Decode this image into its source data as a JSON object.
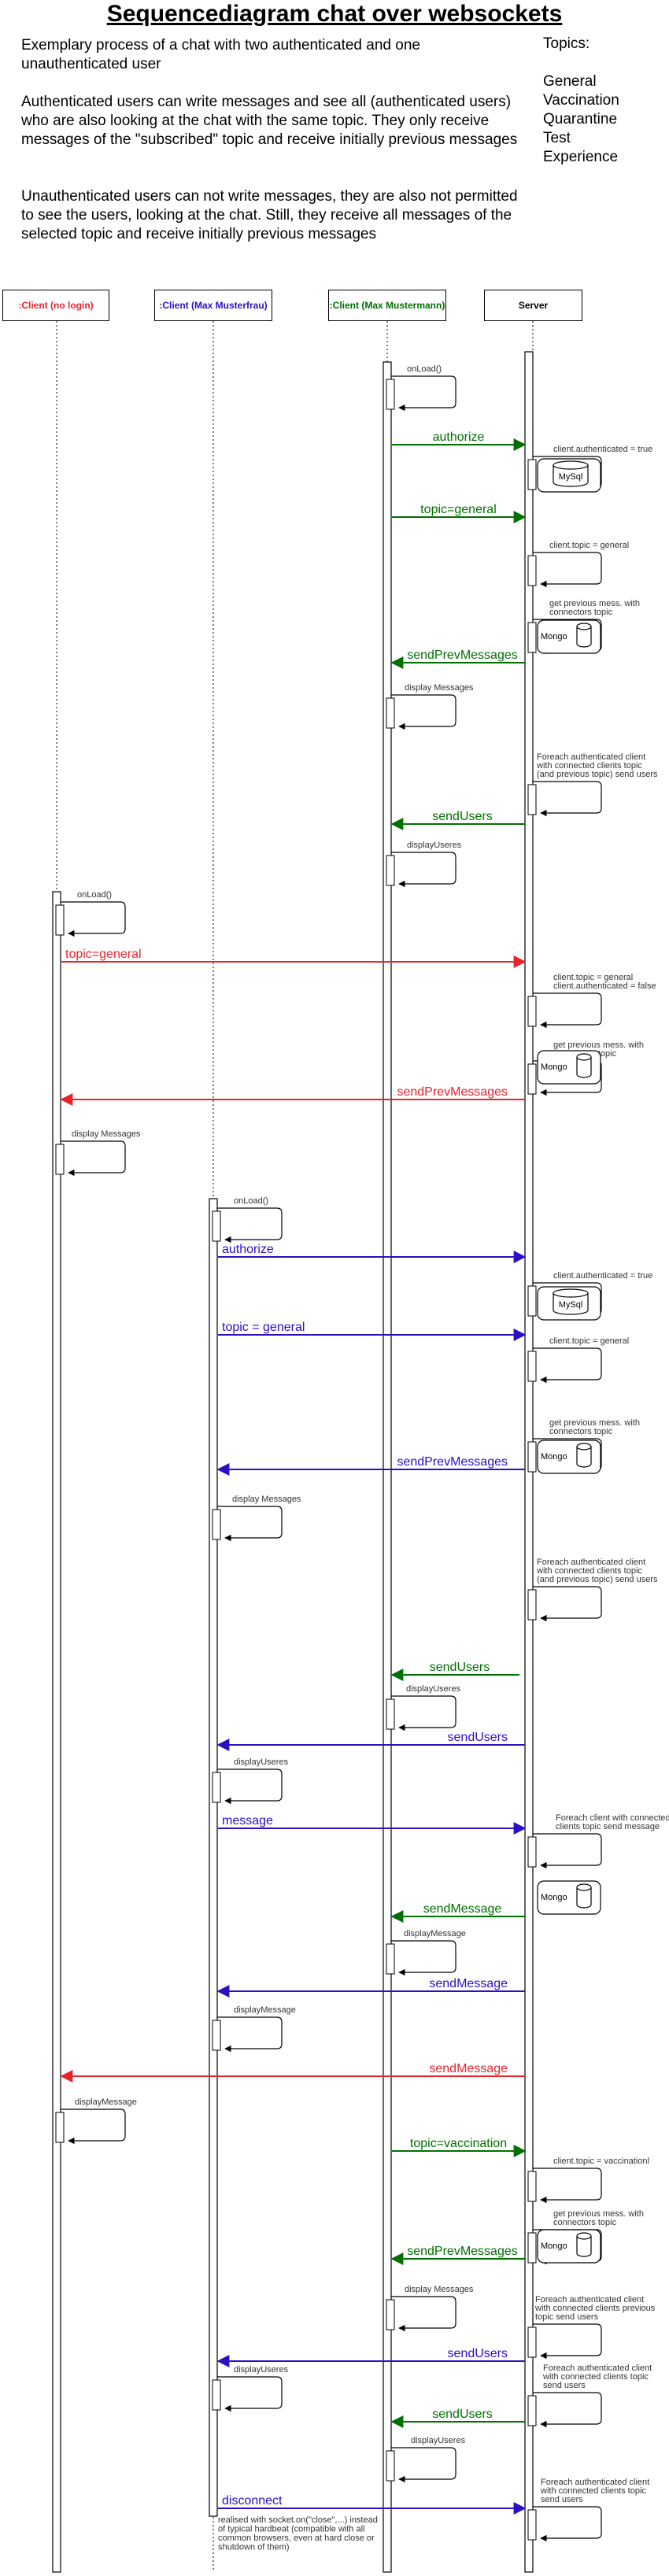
{
  "title": "Sequencediagram chat over websockets",
  "intro": {
    "p1": "Exemplary process of a chat with two authenticated and one unauthenticated user",
    "p2": "Authenticated users can write messages and see all (authenticated users) who are also looking at the chat with the same topic. They only receive messages of the \"subscribed\" topic and receive initially previous messages",
    "p3": "Unauthenticated users can not write messages, they are also not permitted to see the users, looking at the chat. Still, they receive all messages of the selected topic and receive initially previous messages"
  },
  "topics": {
    "heading": "Topics",
    "suffix": ":",
    "items": [
      "General",
      "Vaccination",
      "Quarantine",
      "Test",
      "Experience"
    ]
  },
  "colors": {
    "green": "#007000",
    "red": "#e8232c",
    "blue": "#2a0fc4",
    "black": "#000000"
  },
  "actors": [
    {
      "label": ":Client (no login)",
      "color": "#e8232c"
    },
    {
      "label": ":Client (Max Musterfrau)",
      "color": "#2a0fc4"
    },
    {
      "label": ":Client (Max Mustermann)",
      "color": "#007000"
    },
    {
      "label": "Server",
      "color": "#000000"
    }
  ],
  "messages": [
    {
      "from": "mann",
      "to": "server",
      "label": "authorize",
      "color": "green"
    },
    {
      "from": "mann",
      "to": "server",
      "label": "topic=general",
      "color": "green"
    },
    {
      "from": "server",
      "to": "mann",
      "label": "sendPrevMessages",
      "color": "green"
    },
    {
      "from": "server",
      "to": "mann",
      "label": "sendUsers",
      "color": "green"
    },
    {
      "from": "nologin",
      "to": "server",
      "label": "topic=general",
      "color": "red"
    },
    {
      "from": "server",
      "to": "nologin",
      "label": "sendPrevMessages",
      "color": "red"
    },
    {
      "from": "frau",
      "to": "server",
      "label": "authorize",
      "color": "blue"
    },
    {
      "from": "frau",
      "to": "server",
      "label": "topic = general",
      "color": "blue"
    },
    {
      "from": "server",
      "to": "frau",
      "label": "sendPrevMessages",
      "color": "blue"
    },
    {
      "from": "server",
      "to": "mann",
      "label": "sendUsers",
      "color": "green"
    },
    {
      "from": "server",
      "to": "frau",
      "label": "sendUsers",
      "color": "blue"
    },
    {
      "from": "frau",
      "to": "server",
      "label": "message",
      "color": "blue"
    },
    {
      "from": "server",
      "to": "mann",
      "label": "sendMessage",
      "color": "green"
    },
    {
      "from": "server",
      "to": "frau",
      "label": "sendMessage",
      "color": "blue"
    },
    {
      "from": "server",
      "to": "nologin",
      "label": "sendMessage",
      "color": "red"
    },
    {
      "from": "mann",
      "to": "server",
      "label": "topic=vaccination",
      "color": "green"
    },
    {
      "from": "server",
      "to": "mann",
      "label": "sendPrevMessages",
      "color": "green"
    },
    {
      "from": "server",
      "to": "frau",
      "label": "sendUsers",
      "color": "blue"
    },
    {
      "from": "server",
      "to": "mann",
      "label": "sendUsers",
      "color": "green"
    },
    {
      "from": "frau",
      "to": "server",
      "label": "disconnect",
      "color": "blue"
    }
  ],
  "self_calls": [
    {
      "on": "mann",
      "label": "onLoad()"
    },
    {
      "on": "server",
      "label": "client.authenticated = true"
    },
    {
      "on": "server",
      "label": "client.topic = general"
    },
    {
      "on": "server",
      "label": "get previous mess. with connectors topic"
    },
    {
      "on": "mann",
      "label": "display Messages"
    },
    {
      "on": "server",
      "label": "Foreach authenticated client with connected clients topic (and previous topic) send users"
    },
    {
      "on": "mann",
      "label": "displayUseres"
    },
    {
      "on": "nologin",
      "label": "onLoad()"
    },
    {
      "on": "server",
      "label": "client.topic = general client.authenticated = false"
    },
    {
      "on": "server",
      "label": "get previous mess. with connectors topic"
    },
    {
      "on": "nologin",
      "label": "display Messages"
    },
    {
      "on": "frau",
      "label": "onLoad()"
    },
    {
      "on": "server",
      "label": "client.authenticated = true"
    },
    {
      "on": "server",
      "label": "client.topic = general"
    },
    {
      "on": "server",
      "label": "get previous mess. with connectors topic"
    },
    {
      "on": "frau",
      "label": "display Messages"
    },
    {
      "on": "server",
      "label": "Foreach authenticated client with connected clients topic (and previous topic) send users"
    },
    {
      "on": "mann",
      "label": "displayUseres"
    },
    {
      "on": "frau",
      "label": "displayUseres"
    },
    {
      "on": "server",
      "label": "Foreach client with connected clients topic send message"
    },
    {
      "on": "mann",
      "label": "displayMessage"
    },
    {
      "on": "frau",
      "label": "displayMessage"
    },
    {
      "on": "nologin",
      "label": "displayMessage"
    },
    {
      "on": "server",
      "label": "client.topic = vaccinationl"
    },
    {
      "on": "server",
      "label": "get previous mess. with connectors topic"
    },
    {
      "on": "mann",
      "label": "display Messages"
    },
    {
      "on": "server",
      "label": "Foreach authenticated client with connected clients previous topic send users"
    },
    {
      "on": "frau",
      "label": "displayUseres"
    },
    {
      "on": "server",
      "label": "Foreach authenticated client with connected clients topic send users"
    },
    {
      "on": "mann",
      "label": "displayUseres"
    },
    {
      "on": "server",
      "label": "Foreach authenticated client with connected clients topic send users"
    }
  ],
  "databases": [
    "MySql",
    "Mongo",
    "Mongo",
    "MySql",
    "Mongo",
    "Mongo",
    "Mongo"
  ],
  "disconnect_note": "realised with socket.on(\"close\",...) instead of typical hardbeat (compatible with all common browsers, even at hard close or shutdown of them)"
}
